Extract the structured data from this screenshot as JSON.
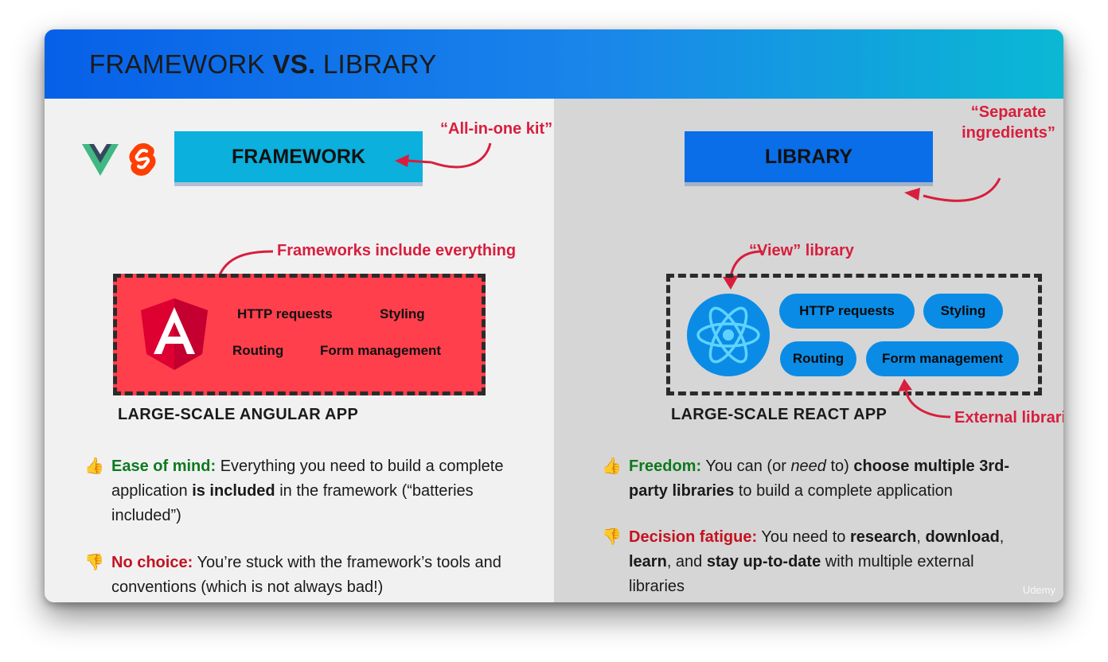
{
  "slide": {
    "title_part1": "FRAMEWORK",
    "title_vs": "VS.",
    "title_part2": "LIBRARY",
    "watermark": "Udemy"
  },
  "framework": {
    "box_label": "FRAMEWORK",
    "annotation_kit": "“All-in-one kit”",
    "annotation_includes": "Frameworks include everything",
    "features": [
      "HTTP requests",
      "Styling",
      "Routing",
      "Form management"
    ],
    "app_label": "LARGE-SCALE ANGULAR APP",
    "pro": {
      "icon": "thumbs-up",
      "label": "Ease of mind:",
      "text_1": " Everything you need to build a complete application ",
      "text_bold": "is included",
      "text_2": " in the framework (“batteries included”)"
    },
    "con": {
      "icon": "thumbs-down",
      "label": "No choice:",
      "text": " You’re stuck with the framework’s tools and conventions (which is not always bad!)"
    },
    "colors": {
      "box": "#0bb0dc",
      "app_box": "#ff3f4c"
    }
  },
  "library": {
    "box_label": "LIBRARY",
    "annotation_ingredients_1": "“Separate",
    "annotation_ingredients_2": "ingredients”",
    "annotation_view": "“View” library",
    "annotation_external": "External libraries",
    "features": [
      "HTTP requests",
      "Styling",
      "Routing",
      "Form management"
    ],
    "app_label": "LARGE-SCALE REACT APP",
    "pro": {
      "icon": "thumbs-up",
      "label": "Freedom:",
      "t1": " You can (or ",
      "t_ital": "need",
      "t2": " to) ",
      "t_bold1": "choose multiple 3rd-party libraries",
      "t3": " to build a complete application"
    },
    "con": {
      "icon": "thumbs-down",
      "label": "Decision fatigue:",
      "t1": " You need to ",
      "b1": "research",
      "t2": ", ",
      "b2": "download",
      "t3": ", ",
      "b3": "learn",
      "t4": ", and ",
      "b4": "stay up-to-date",
      "t5": " with multiple external libraries"
    },
    "colors": {
      "box": "#0a6ee8",
      "pill": "#0a8ce6"
    }
  }
}
